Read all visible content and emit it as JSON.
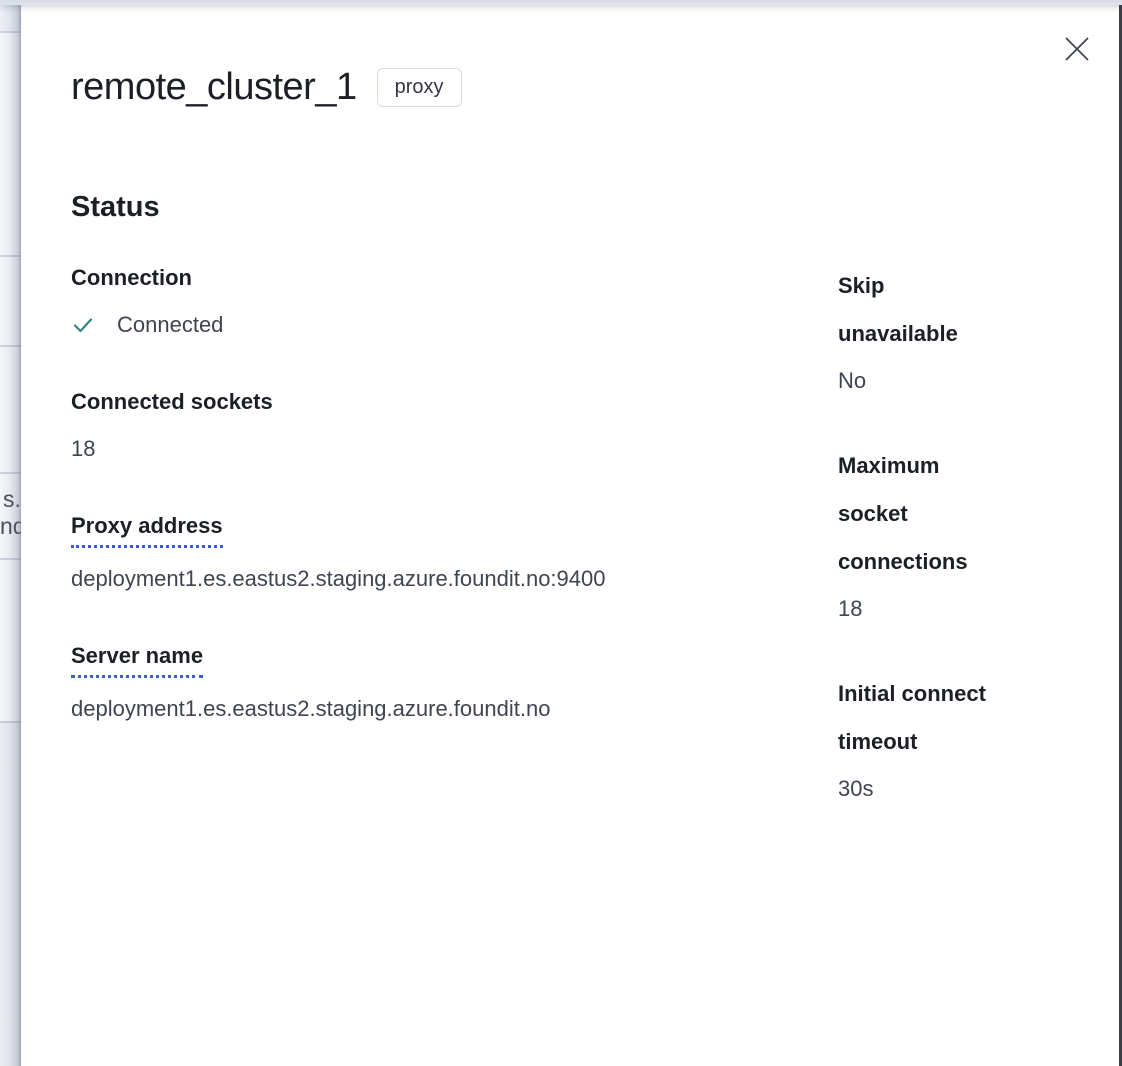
{
  "background": {
    "left_text_fragments": {
      "frag1": "s.",
      "frag2": "nd"
    }
  },
  "flyout": {
    "title": "remote_cluster_1",
    "badge_label": "proxy",
    "section_heading": "Status",
    "connection": {
      "label": "Connection",
      "value": "Connected"
    },
    "connected_sockets": {
      "label": "Connected sockets",
      "value": "18"
    },
    "proxy_address": {
      "label": "Proxy address",
      "value": "deployment1.es.eastus2.staging.azure.foundit.no:9400"
    },
    "server_name": {
      "label": "Server name",
      "value": "deployment1.es.eastus2.staging.azure.foundit.no"
    },
    "skip_unavailable": {
      "label": "Skip unavailable",
      "value": "No"
    },
    "max_socket_connections": {
      "label": "Maximum socket connections",
      "value": "18"
    },
    "initial_connect_timeout": {
      "label": "Initial connect timeout",
      "value": "30s"
    }
  },
  "colors": {
    "success_check": "#2F8577",
    "tooltip_underline": "#3A5BD9",
    "badge_border": "#D3DAE6",
    "label_text": "#1C1F26",
    "value_text": "#3F4450",
    "right_edge_strip": "#3B3E44",
    "top_band": "#DBE0E9"
  }
}
